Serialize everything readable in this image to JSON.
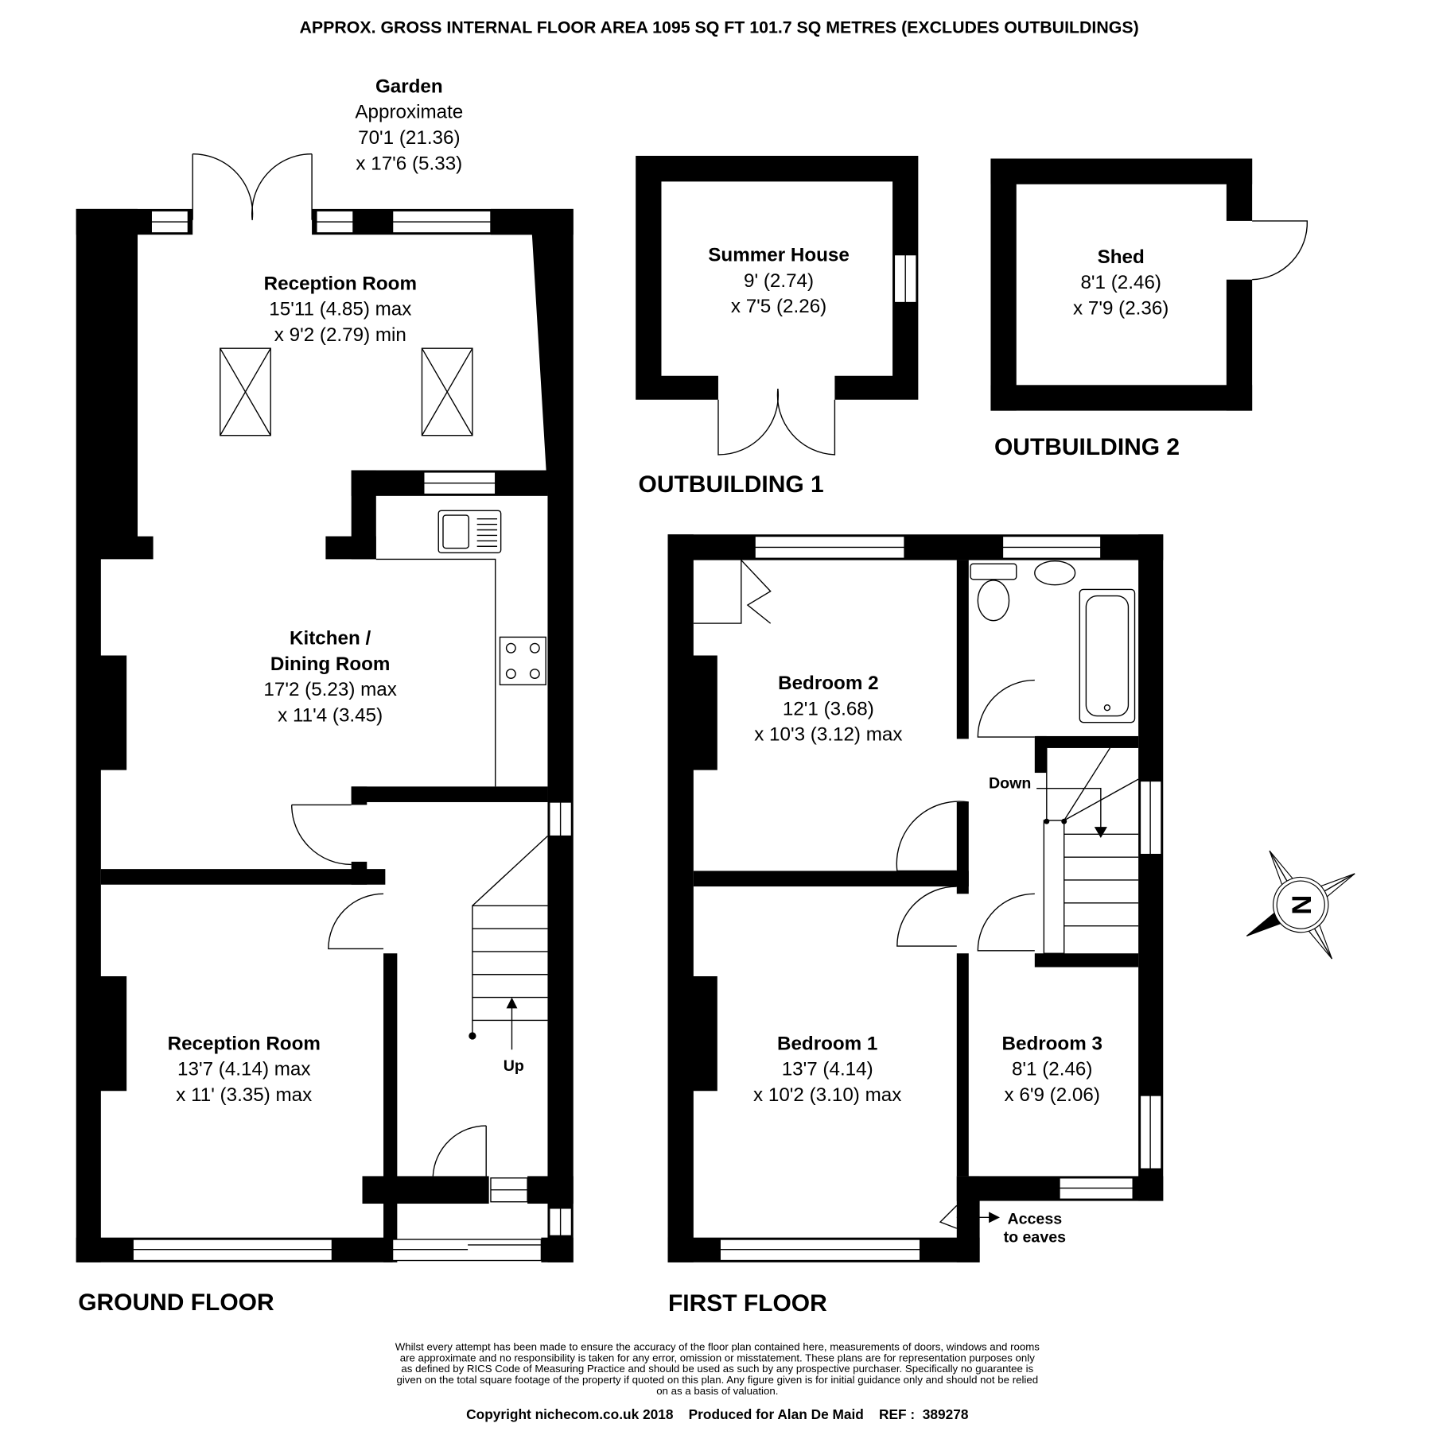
{
  "header": "APPROX. GROSS INTERNAL FLOOR AREA 1095 SQ FT 101.7 SQ METRES (EXCLUDES OUTBUILDINGS)",
  "garden": {
    "name": "Garden",
    "line1": "Approximate",
    "line2": "70'1 (21.36)",
    "line3": "x 17'6 (5.33)"
  },
  "ground_floor": {
    "title": "GROUND FLOOR",
    "rooms": [
      {
        "name": "Reception Room",
        "dim1": "15'11 (4.85) max",
        "dim2": "x 9'2 (2.79) min"
      },
      {
        "name1": "Kitchen /",
        "name2": "Dining Room",
        "dim1": "17'2 (5.23) max",
        "dim2": "x 11'4 (3.45)"
      },
      {
        "name": "Reception Room",
        "dim1": "13'7 (4.14) max",
        "dim2": "x 11' (3.35) max"
      }
    ],
    "stairs_label": "Up"
  },
  "first_floor": {
    "title": "FIRST FLOOR",
    "rooms": [
      {
        "name": "Bedroom 2",
        "dim1": "12'1 (3.68)",
        "dim2": "x 10'3 (3.12) max"
      },
      {
        "name": "Bedroom 1",
        "dim1": "13'7 (4.14)",
        "dim2": "x 10'2 (3.10) max"
      },
      {
        "name": "Bedroom 3",
        "dim1": "8'1 (2.46)",
        "dim2": "x 6'9 (2.06)"
      }
    ],
    "stairs_label": "Down",
    "eaves1": "Access",
    "eaves2": "to eaves"
  },
  "outbuilding1": {
    "title": "OUTBUILDING 1",
    "name": "Summer House",
    "dim1": "9' (2.74)",
    "dim2": "x 7'5 (2.26)"
  },
  "outbuilding2": {
    "title": "OUTBUILDING 2",
    "name": "Shed",
    "dim1": "8'1 (2.46)",
    "dim2": "x 7'9 (2.36)"
  },
  "compass_letter": "N",
  "disclaimer": [
    "Whilst every attempt has been made to ensure the accuracy of the floor plan contained here, measurements of doors, windows and rooms",
    "are approximate and no responsibility is taken for any error, omission or misstatement. These plans are for representation purposes only",
    "as defined by RICS Code of Measuring Practice and should be used as such by any prospective purchaser.  Specifically no guarantee is",
    "given on the total square footage of the property if quoted on this plan. Any figure given is for initial guidance only and should not be relied",
    "on as a basis of valuation."
  ],
  "copyright": "Copyright nichecom.co.uk 2018    Produced for Alan De Maid    REF :  389278"
}
